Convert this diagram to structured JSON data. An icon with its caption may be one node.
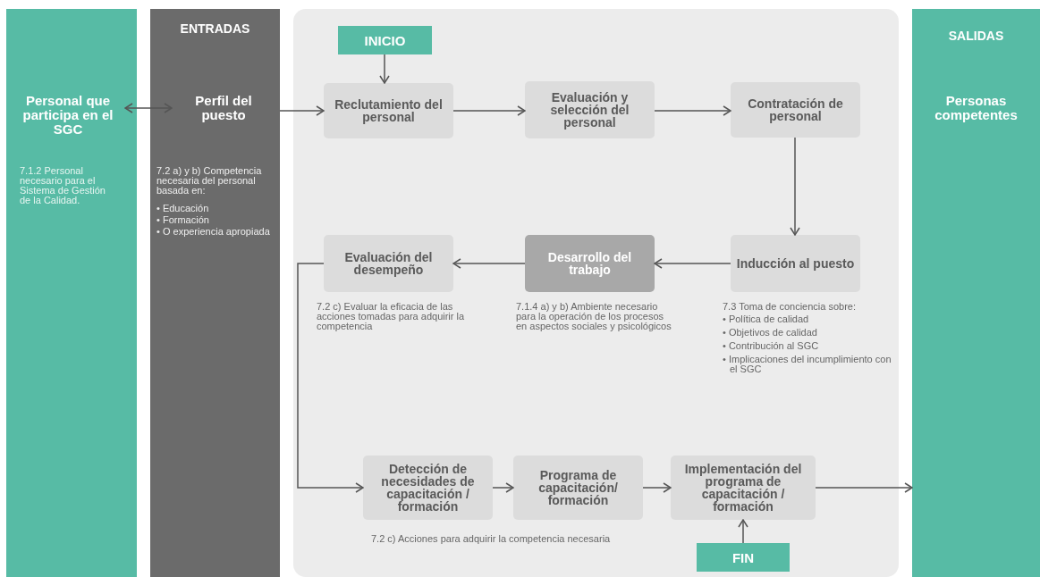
{
  "diagram": {
    "nodes": [
      {
        "text": [
          "7.1.2 Personal necesario para el Sistema de Gestión de la Calidad."
        ]
      },
      {
        "text": [
          "Personal que participa en el SGC"
        ],
        "in": 0
      },
      {
        "text": [
          "ENTRADAS",
          "7.2 a) y b) Competencia necesaria del personal basada en:",
          "• Educación",
          "• Formación",
          "• O experiencia apropiada"
        ]
      },
      {
        "text": [
          "Perfil del puesto"
        ],
        "in": 2
      },
      {
        "text": [],
        "shape": "box"
      },
      {
        "text": [
          "INICIO"
        ],
        "in": 4
      },
      {
        "text": [
          "Reclutamiento del personal"
        ],
        "in": 4
      },
      {
        "text": [
          "Evaluación y selección del personal"
        ],
        "in": 4
      },
      {
        "text": [
          "Contratación de personal"
        ],
        "in": 4
      },
      {
        "text": [
          "Inducción al puesto"
        ],
        "in": 4,
        "beside": [
          "7.3 Toma de conciencia sobre:",
          "• Política de calidad",
          "• Objetivos de calidad",
          "• Contribución al SGC",
          "• Implicaciones del incumplimiento con el SGC"
        ]
      },
      {
        "text": [
          "Desarrollo del trabajo"
        ],
        "in": 4,
        "beside": [
          "7.1.4 a) y b) Ambiente necesario para la operación de los procesos en aspectos sociales y psicológicos"
        ]
      },
      {
        "text": [
          "Evaluación del desempeño"
        ],
        "in": 4,
        "beside": [
          "7.2 c) Evaluar la eficacia de las acciones tomadas para adquirir la competencia"
        ]
      },
      {
        "text": [
          "Detección de necesidades de capacitación / formación"
        ],
        "in": 4
      },
      {
        "text": [
          "Programa de capacitación/ formación"
        ],
        "in": 4
      },
      {
        "text": [
          "Implementación del programa de capacitación / formación"
        ],
        "in": 4
      },
      {
        "text": [
          "FIN"
        ],
        "in": 4
      },
      {
        "text": [
          "SALIDAS"
        ]
      },
      {
        "text": [
          "Personas competentes"
        ],
        "in": 16
      }
    ],
    "edges": [
      {
        "from": 1,
        "to": 3,
        "arrow": "both"
      },
      {
        "from": 3,
        "to": 6,
        "arrow": "to"
      },
      {
        "from": 5,
        "to": 6,
        "arrow": "to"
      },
      {
        "from": 6,
        "to": 7,
        "arrow": "to"
      },
      {
        "from": 7,
        "to": 8,
        "arrow": "to"
      },
      {
        "from": 8,
        "to": 9,
        "arrow": "to"
      },
      {
        "from": 9,
        "to": 10,
        "arrow": "to"
      },
      {
        "from": 10,
        "to": 11,
        "arrow": "to"
      },
      {
        "from": 11,
        "to": 12,
        "arrow": "to"
      },
      {
        "from": 12,
        "to": 13,
        "arrow": "to"
      },
      {
        "from": 13,
        "to": 14,
        "arrow": "to"
      },
      {
        "from": 15,
        "to": 14,
        "arrow": "to"
      },
      {
        "from": 14,
        "to": 16,
        "arrow": "to"
      }
    ],
    "labels": [
      "7.2 c) Acciones para adquirir la competencia necesaria"
    ]
  }
}
